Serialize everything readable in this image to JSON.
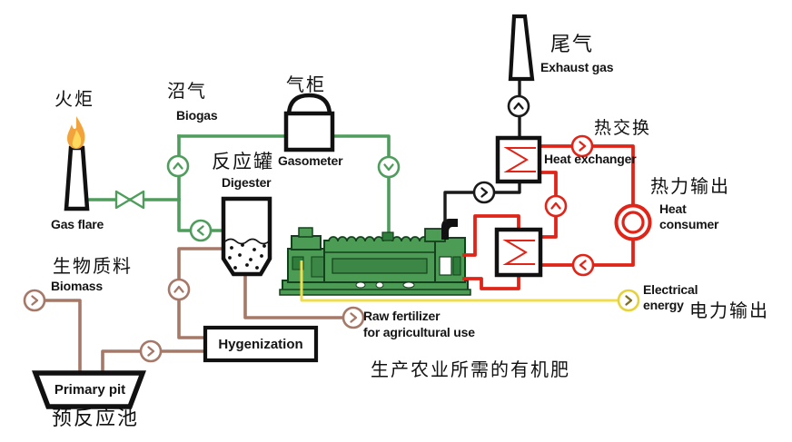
{
  "diagram": {
    "description": "Biogas CHP plant process flow diagram (Chinese/English)",
    "background": "#ffffff",
    "colors": {
      "biogas_pipe": "#4e9d5c",
      "substrate_pipe": "#a57868",
      "heating_pipe": "#e02418",
      "exhaust_pipe": "#1a1a1a",
      "electric_line": "#f0dd4e",
      "flame_outer": "#f2a33c",
      "flame_inner": "#ffd95e",
      "engine_body": "#4c9c55"
    },
    "labels": {
      "gas_flare": {
        "zh": "火炬",
        "en": "Gas flare"
      },
      "biogas": {
        "zh": "沼气",
        "en": "Biogas"
      },
      "gasometer": {
        "zh": "气柜",
        "en": "Gasometer"
      },
      "digester": {
        "zh": "反应罐",
        "en": "Digester"
      },
      "exhaust": {
        "zh": "尾气",
        "en": "Exhaust gas"
      },
      "heat_exchanger": {
        "zh": "热交换",
        "en": "Heat exchanger"
      },
      "heat_consumer": {
        "zh": "热力输出",
        "en_line1": "Heat",
        "en_line2": "consumer"
      },
      "biomass": {
        "zh": "生物质料",
        "en": "Biomass"
      },
      "hygenization": {
        "en": "Hygenization"
      },
      "primary_pit": {
        "en": "Primary pit",
        "zh": "预反应池"
      },
      "raw_fertilizer": {
        "en_line1": "Raw fertilizer",
        "en_line2": "for agricultural use",
        "zh": "生产农业所需的有机肥"
      },
      "electrical_energy": {
        "en_line1": "Electrical",
        "en_line2": "energy",
        "zh": "电力输出"
      }
    },
    "icons": {
      "flow-up-icon": "∧",
      "flow-down-icon": "∨",
      "flow-left-icon": "<",
      "flow-right-icon": ">",
      "valve-icon": "bowtie valve",
      "flame-icon": "gas flame",
      "heat-exchanger-coil-icon": "sigma coil",
      "heat-consumer-icon": "double circle"
    }
  }
}
